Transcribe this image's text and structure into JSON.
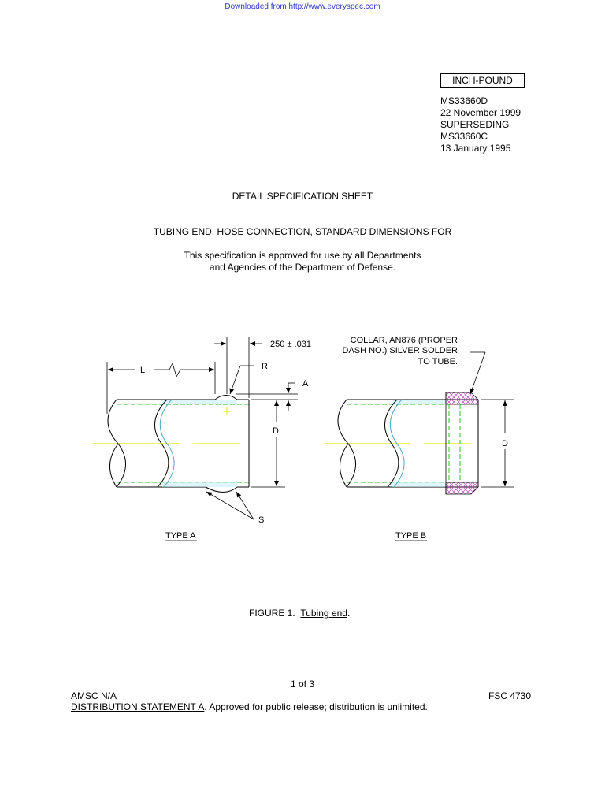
{
  "header": {
    "download_note": "Downloaded from http://www.everyspec.com"
  },
  "revision": {
    "units_badge": "INCH-POUND",
    "doc_number": "MS33660D",
    "date": "22 November 1999",
    "superseding": "SUPERSEDING",
    "prev_doc": "MS33660C",
    "prev_date": "13 January 1995"
  },
  "title": {
    "sheet_type": "DETAIL SPECIFICATION SHEET",
    "subject": "TUBING END, HOSE CONNECTION, STANDARD DIMENSIONS FOR",
    "approval_line1": "This specification is approved for use by all Departments",
    "approval_line2": "and Agencies of the Department of Defense."
  },
  "figure": {
    "dim_width": ".250 ± .031",
    "label_L": "L",
    "label_R": "R",
    "label_A": "A",
    "label_D": "D",
    "label_S": "S",
    "collar_line1": "COLLAR, AN876 (PROPER",
    "collar_line2": "DASH NO.) SILVER SOLDER",
    "collar_line3": "TO TUBE.",
    "type_a": "TYPE A",
    "type_b": "TYPE B",
    "caption_prefix": "FIGURE 1.",
    "caption_title": "Tubing end",
    "caption_suffix": "."
  },
  "footer": {
    "page": "1 of 3",
    "amsc": "AMSC N/A",
    "fsc": "FSC 4730",
    "distribution_label": "DISTRIBUTION STATEMENT A",
    "distribution_text": ".  Approved for public release; distribution is unlimited."
  }
}
